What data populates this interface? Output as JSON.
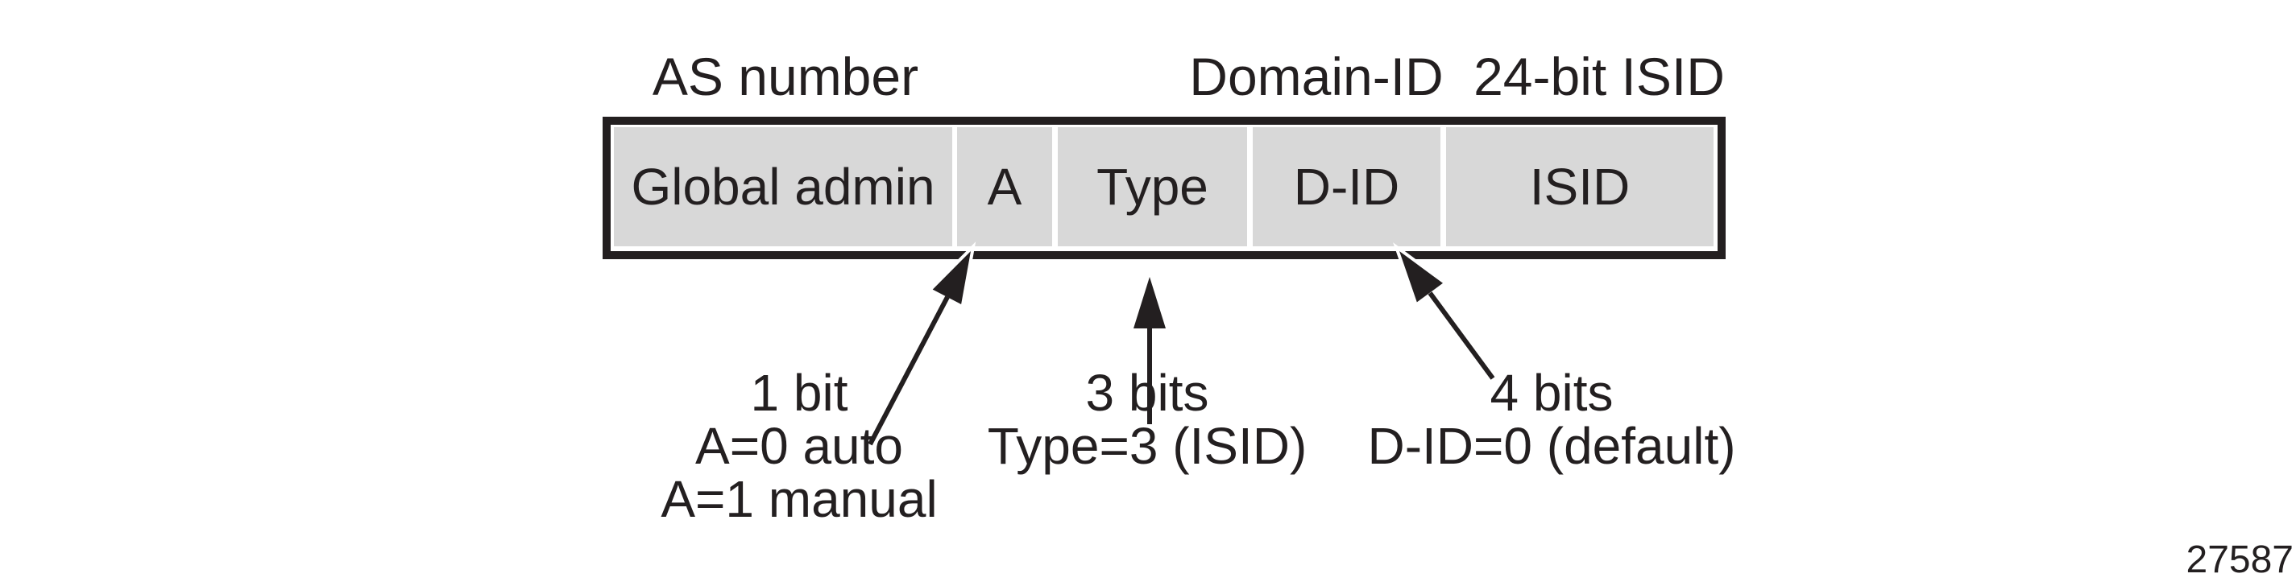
{
  "figure": {
    "top_labels": {
      "as_number": "AS number",
      "domain_id": "Domain-ID",
      "isid_24bit": "24-bit ISID"
    },
    "fields": [
      {
        "label": "Global admin"
      },
      {
        "label": "A"
      },
      {
        "label": "Type"
      },
      {
        "label": "D-ID"
      },
      {
        "label": "ISID"
      }
    ],
    "annotations": [
      {
        "lines": [
          "1 bit",
          "A=0 auto",
          "A=1 manual"
        ]
      },
      {
        "lines": [
          "3 bits",
          "Type=3 (ISID)"
        ]
      },
      {
        "lines": [
          "4 bits",
          "D-ID=0 (default)"
        ]
      }
    ],
    "figure_number": "27587",
    "colors": {
      "line": "#231f20",
      "cell_fill": "#d8d8d8",
      "background": "#ffffff"
    }
  }
}
